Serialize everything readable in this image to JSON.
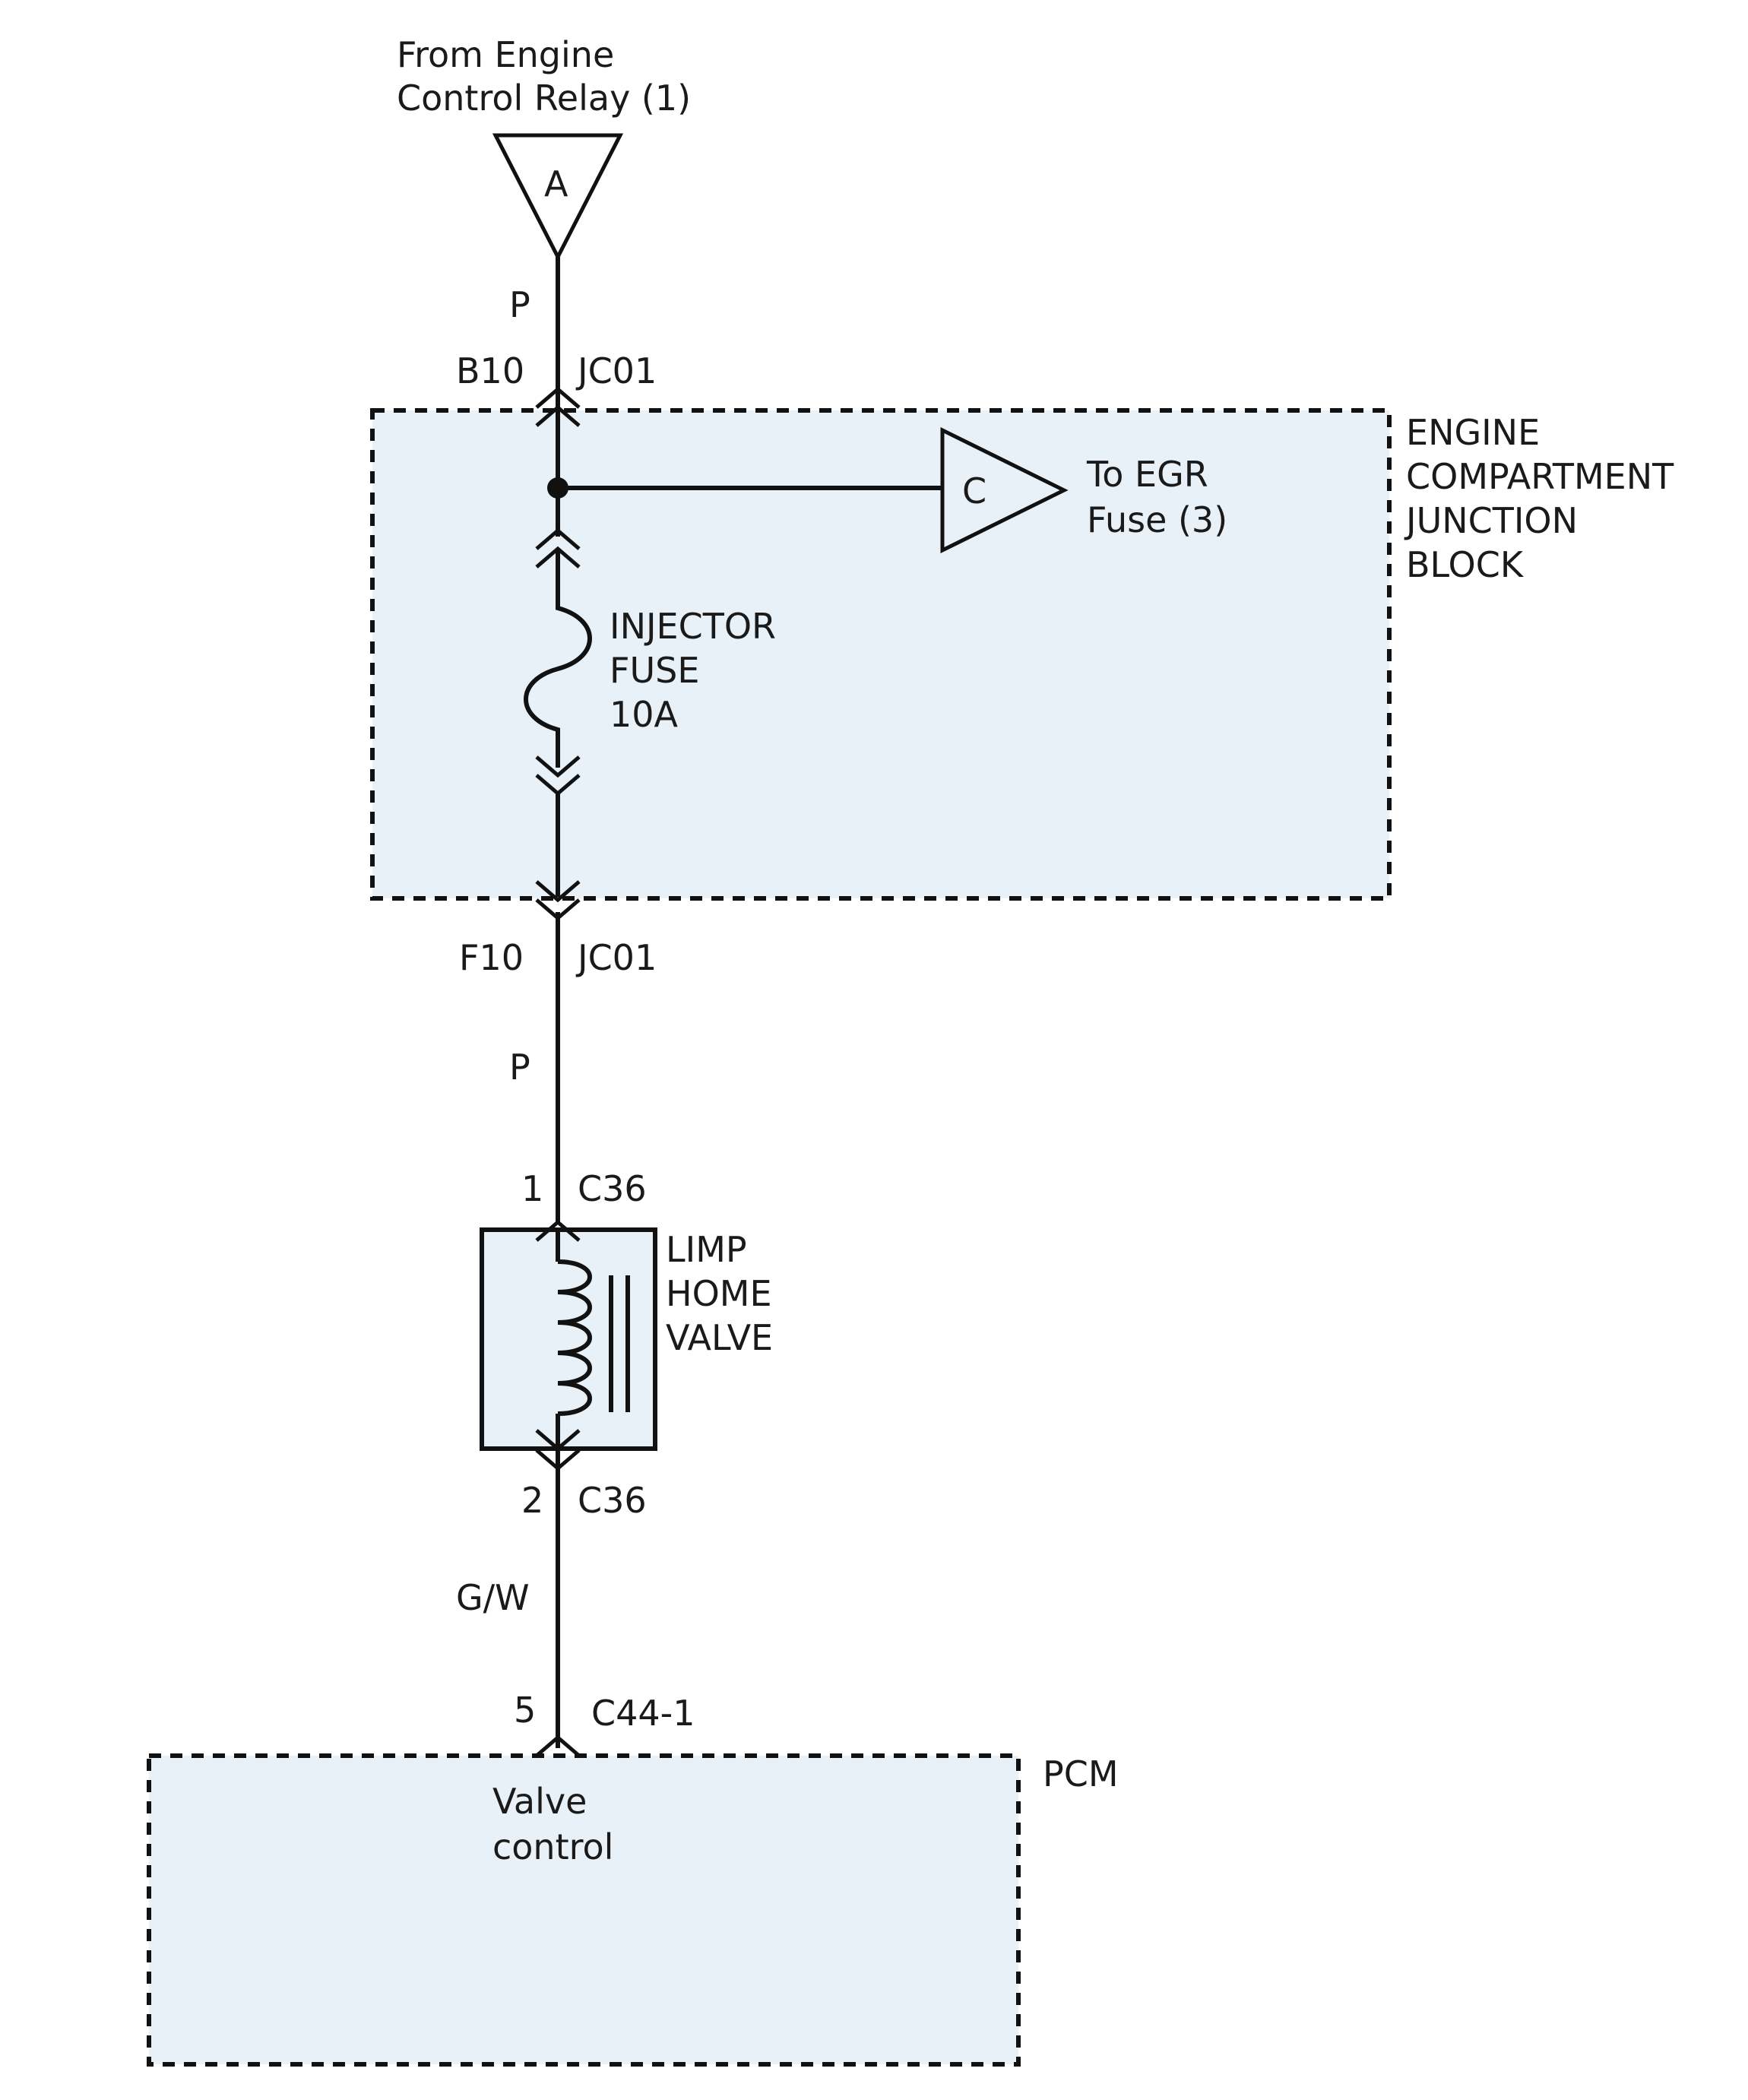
{
  "source_connector": {
    "label_line1": "From Engine",
    "label_line2": "Control Relay (1)",
    "letter": "A"
  },
  "wire_top": {
    "color_code": "P",
    "pin": "B10",
    "connector": "JC01"
  },
  "junction_block": {
    "name_lines": [
      "ENGINE",
      "COMPARTMENT",
      "JUNCTION",
      "BLOCK"
    ],
    "branch": {
      "letter": "C",
      "label_line1": "To EGR",
      "label_line2": "Fuse (3)"
    },
    "fuse": {
      "label_lines": [
        "INJECTOR",
        "FUSE",
        "10A"
      ]
    }
  },
  "wire_mid": {
    "pin": "F10",
    "connector": "JC01",
    "color_code": "P"
  },
  "valve": {
    "pin_top": "1",
    "connector_top": "C36",
    "name_lines": [
      "LIMP",
      "HOME",
      "VALVE"
    ],
    "pin_bottom": "2",
    "connector_bottom": "C36"
  },
  "wire_bottom": {
    "color_code": "G/W",
    "pin": "5",
    "connector": "C44-1"
  },
  "pcm": {
    "name": "PCM",
    "function_line1": "Valve",
    "function_line2": "control"
  },
  "colors": {
    "box_fill": "#e7f1f7",
    "line": "#111111",
    "text": "#1a1a1a"
  }
}
